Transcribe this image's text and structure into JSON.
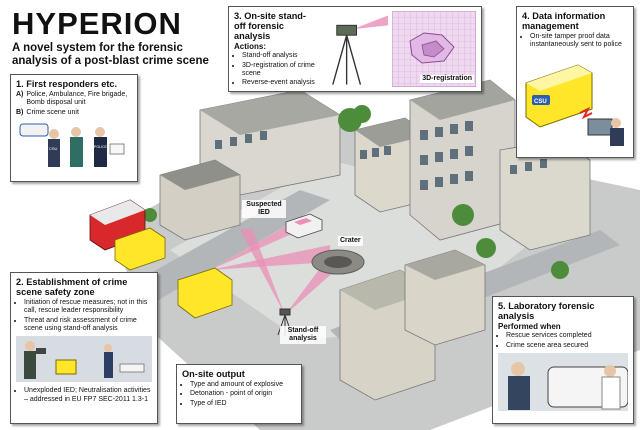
{
  "header": {
    "title": "HYPERION",
    "subtitle": "A novel system for the forensic analysis of a post-blast crime scene"
  },
  "panel1": {
    "title": "1. First responders etc.",
    "items": [
      {
        "key": "A)",
        "text": "Police, Ambulance, Fire brigade, Bomb disposal unit"
      },
      {
        "key": "B)",
        "text": "Crime scene unit"
      }
    ],
    "figure_labels": [
      "CSU",
      "POLICE"
    ]
  },
  "panel2": {
    "title": "2. Establishment of crime scene safety zone",
    "bullets": [
      "Initiation of rescue measures; not in this call, rescue leader responsibility",
      "Threat and risk assessment of crime scene using stand-off analysis"
    ],
    "bottom_bullets": [
      "Unexploded IED; Neutralisation activities – addressed in EU FP7 SEC-2011 1.3-1"
    ]
  },
  "panel3": {
    "title": "3. On-site stand-off forensic analysis",
    "actions_label": "Actions:",
    "bullets": [
      "Stand-off analysis",
      "3D-registration of crime scene",
      "Reverse-event analysis"
    ],
    "image_label": "3D-registration"
  },
  "panel4": {
    "title": "4. Data information management",
    "bullets": [
      "On-site tamper proof data instantaneously  sent to police"
    ],
    "van_label": "CSU"
  },
  "panel5": {
    "title": "5. Laboratory forensic analysis",
    "performed_label": "Performed when",
    "bullets": [
      "Rescue services completed",
      "Crime scene area secured"
    ]
  },
  "output": {
    "title": "On-site output",
    "bullets": [
      "Type and amount of explosive",
      "Detonation - point of origin",
      "Type of IED"
    ]
  },
  "callouts": {
    "suspected_ied": "Suspected IED",
    "crater": "Crater",
    "standoff": "Stand-off analysis"
  },
  "colors": {
    "road": "#b9bcbf",
    "ground": "#d6d8d6",
    "building": "#d9d7cf",
    "roof": "#9a9b95",
    "laser": "#ea8fb7",
    "ambulance": "#ffe629",
    "firetruck": "#d8282b",
    "tree": "#4d8c3a",
    "csu_blue": "#2c5db0"
  }
}
